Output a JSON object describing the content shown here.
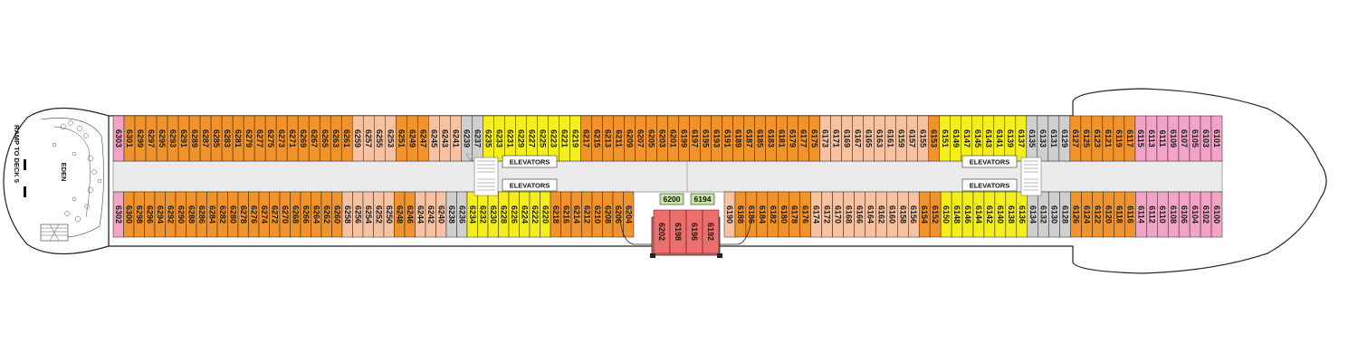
{
  "colors": {
    "orange": "#f0932d",
    "peach": "#f6c2a2",
    "yellow": "#f4ef1c",
    "pink": "#f2a3c6",
    "grey": "#cfcfcf",
    "green": "#c7e6a4",
    "salmon": "#ee6d6d",
    "corridor": "#e8e8e8",
    "outline": "#222222"
  },
  "labels": {
    "eden": "EDEN",
    "ramp": "RAMP TO DECK 5",
    "elevators": "ELEVATORS"
  },
  "top_row": [
    {
      "n": "6303",
      "c": "pink"
    },
    {
      "n": "6301",
      "c": "orange"
    },
    {
      "n": "6299",
      "c": "orange"
    },
    {
      "n": "6297",
      "c": "orange"
    },
    {
      "n": "6295",
      "c": "orange"
    },
    {
      "n": "6293",
      "c": "orange"
    },
    {
      "n": "6291",
      "c": "orange"
    },
    {
      "n": "6289",
      "c": "orange"
    },
    {
      "n": "6287",
      "c": "orange"
    },
    {
      "n": "6285",
      "c": "orange"
    },
    {
      "n": "6283",
      "c": "orange"
    },
    {
      "n": "6281",
      "c": "orange"
    },
    {
      "n": "6279",
      "c": "orange"
    },
    {
      "n": "6277",
      "c": "orange"
    },
    {
      "n": "6275",
      "c": "orange"
    },
    {
      "n": "6273",
      "c": "orange"
    },
    {
      "n": "6271",
      "c": "orange"
    },
    {
      "n": "6269",
      "c": "orange"
    },
    {
      "n": "6267",
      "c": "orange"
    },
    {
      "n": "6265",
      "c": "orange"
    },
    {
      "n": "6263",
      "c": "orange"
    },
    {
      "n": "6261",
      "c": "orange"
    },
    {
      "n": "6259",
      "c": "peach"
    },
    {
      "n": "6257",
      "c": "peach"
    },
    {
      "n": "6255",
      "c": "peach"
    },
    {
      "n": "6253",
      "c": "peach"
    },
    {
      "n": "6251",
      "c": "orange"
    },
    {
      "n": "6249",
      "c": "orange"
    },
    {
      "n": "6247",
      "c": "orange"
    },
    {
      "n": "6245",
      "c": "peach"
    },
    {
      "n": "6243",
      "c": "peach"
    },
    {
      "n": "6241",
      "c": "peach"
    },
    {
      "n": "6239",
      "c": "grey"
    },
    {
      "n": "6237",
      "c": "grey"
    },
    {
      "n": "6235",
      "c": "yellow"
    },
    {
      "n": "6233",
      "c": "yellow"
    },
    {
      "n": "6231",
      "c": "yellow"
    },
    {
      "n": "6229",
      "c": "yellow"
    },
    {
      "n": "6227",
      "c": "yellow"
    },
    {
      "n": "6225",
      "c": "yellow"
    },
    {
      "n": "6223",
      "c": "yellow"
    },
    {
      "n": "6221",
      "c": "yellow"
    },
    {
      "n": "6219",
      "c": "yellow"
    },
    {
      "n": "6217",
      "c": "orange"
    },
    {
      "n": "6215",
      "c": "orange"
    },
    {
      "n": "6213",
      "c": "orange"
    },
    {
      "n": "6211",
      "c": "orange"
    },
    {
      "n": "6209",
      "c": "orange"
    },
    {
      "n": "6207",
      "c": "orange"
    },
    {
      "n": "6205",
      "c": "orange"
    },
    {
      "n": "6203",
      "c": "orange"
    },
    {
      "n": "6201",
      "c": "orange"
    },
    {
      "n": "6199",
      "c": "orange"
    },
    {
      "n": "6197",
      "c": "orange"
    },
    {
      "n": "6195",
      "c": "orange"
    },
    {
      "n": "6193",
      "c": "orange"
    },
    {
      "n": "6191",
      "c": "orange"
    },
    {
      "n": "6189",
      "c": "orange"
    },
    {
      "n": "6187",
      "c": "orange"
    },
    {
      "n": "6185",
      "c": "orange"
    },
    {
      "n": "6183",
      "c": "orange"
    },
    {
      "n": "6181",
      "c": "orange"
    },
    {
      "n": "6179",
      "c": "orange"
    },
    {
      "n": "6177",
      "c": "orange"
    },
    {
      "n": "6175",
      "c": "orange"
    },
    {
      "n": "6173",
      "c": "peach"
    },
    {
      "n": "6171",
      "c": "peach"
    },
    {
      "n": "6169",
      "c": "peach"
    },
    {
      "n": "6167",
      "c": "peach"
    },
    {
      "n": "6165",
      "c": "peach"
    },
    {
      "n": "6163",
      "c": "peach"
    },
    {
      "n": "6161",
      "c": "peach"
    },
    {
      "n": "6159",
      "c": "peach"
    },
    {
      "n": "6157",
      "c": "peach"
    },
    {
      "n": "6155",
      "c": "peach"
    },
    {
      "n": "6153",
      "c": "orange"
    },
    {
      "n": "6151",
      "c": "yellow"
    },
    {
      "n": "6149",
      "c": "yellow"
    },
    {
      "n": "6147",
      "c": "yellow"
    },
    {
      "n": "6145",
      "c": "yellow"
    },
    {
      "n": "6143",
      "c": "yellow"
    },
    {
      "n": "6141",
      "c": "yellow"
    },
    {
      "n": "6139",
      "c": "yellow"
    },
    {
      "n": "6137",
      "c": "yellow"
    },
    {
      "n": "6135",
      "c": "grey"
    },
    {
      "n": "6133",
      "c": "grey"
    },
    {
      "n": "6131",
      "c": "grey"
    },
    {
      "n": "6129",
      "c": "grey"
    },
    {
      "n": "6127",
      "c": "orange"
    },
    {
      "n": "6125",
      "c": "orange"
    },
    {
      "n": "6123",
      "c": "orange"
    },
    {
      "n": "6121",
      "c": "orange"
    },
    {
      "n": "6119",
      "c": "orange"
    },
    {
      "n": "6117",
      "c": "orange"
    },
    {
      "n": "6115",
      "c": "pink"
    },
    {
      "n": "6113",
      "c": "pink"
    },
    {
      "n": "6111",
      "c": "pink"
    },
    {
      "n": "6109",
      "c": "pink"
    },
    {
      "n": "6107",
      "c": "pink"
    },
    {
      "n": "6105",
      "c": "pink"
    },
    {
      "n": "6103",
      "c": "pink"
    },
    {
      "n": "6101",
      "c": "pink"
    }
  ],
  "bottom_row": [
    {
      "n": "6302",
      "c": "pink"
    },
    {
      "n": "6300",
      "c": "orange"
    },
    {
      "n": "6298",
      "c": "orange"
    },
    {
      "n": "6296",
      "c": "orange"
    },
    {
      "n": "6294",
      "c": "orange"
    },
    {
      "n": "6292",
      "c": "orange"
    },
    {
      "n": "6290",
      "c": "orange"
    },
    {
      "n": "6288",
      "c": "orange"
    },
    {
      "n": "6286",
      "c": "orange"
    },
    {
      "n": "6284",
      "c": "orange"
    },
    {
      "n": "6282",
      "c": "orange"
    },
    {
      "n": "6280",
      "c": "orange"
    },
    {
      "n": "6278",
      "c": "orange"
    },
    {
      "n": "6276",
      "c": "orange"
    },
    {
      "n": "6274",
      "c": "orange"
    },
    {
      "n": "6272",
      "c": "orange"
    },
    {
      "n": "6270",
      "c": "orange"
    },
    {
      "n": "6268",
      "c": "orange"
    },
    {
      "n": "6266",
      "c": "orange"
    },
    {
      "n": "6264",
      "c": "orange"
    },
    {
      "n": "6262",
      "c": "orange"
    },
    {
      "n": "6260",
      "c": "orange"
    },
    {
      "n": "6258",
      "c": "peach"
    },
    {
      "n": "6256",
      "c": "peach"
    },
    {
      "n": "6254",
      "c": "peach"
    },
    {
      "n": "6252",
      "c": "peach"
    },
    {
      "n": "6250",
      "c": "peach"
    },
    {
      "n": "6248",
      "c": "orange"
    },
    {
      "n": "6246",
      "c": "orange"
    },
    {
      "n": "6244",
      "c": "peach"
    },
    {
      "n": "6242",
      "c": "peach"
    },
    {
      "n": "6240",
      "c": "peach"
    },
    {
      "n": "6238",
      "c": "grey"
    },
    {
      "n": "6236",
      "c": "grey"
    },
    {
      "n": "6234",
      "c": "yellow"
    },
    {
      "n": "6232",
      "c": "yellow"
    },
    {
      "n": "6230",
      "c": "yellow"
    },
    {
      "n": "6228",
      "c": "yellow"
    },
    {
      "n": "6226",
      "c": "yellow"
    },
    {
      "n": "6224",
      "c": "yellow"
    },
    {
      "n": "6222",
      "c": "yellow"
    },
    {
      "n": "6220",
      "c": "yellow"
    },
    {
      "n": "6218",
      "c": "orange"
    },
    {
      "n": "6216",
      "c": "orange"
    },
    {
      "n": "6214",
      "c": "orange"
    },
    {
      "n": "6212",
      "c": "orange"
    },
    {
      "n": "6210",
      "c": "orange"
    },
    {
      "n": "6208",
      "c": "orange"
    },
    {
      "n": "6206",
      "c": "orange"
    },
    {
      "n": "6204",
      "c": "orange"
    }
  ],
  "bottom_row_2": [
    {
      "n": "6190",
      "c": "peach"
    },
    {
      "n": "6188",
      "c": "orange"
    },
    {
      "n": "6186",
      "c": "orange"
    },
    {
      "n": "6184",
      "c": "orange"
    },
    {
      "n": "6182",
      "c": "orange"
    },
    {
      "n": "6180",
      "c": "orange"
    },
    {
      "n": "6178",
      "c": "orange"
    },
    {
      "n": "6176",
      "c": "orange"
    },
    {
      "n": "6174",
      "c": "peach"
    },
    {
      "n": "6172",
      "c": "peach"
    },
    {
      "n": "6170",
      "c": "peach"
    },
    {
      "n": "6168",
      "c": "peach"
    },
    {
      "n": "6166",
      "c": "peach"
    },
    {
      "n": "6164",
      "c": "peach"
    },
    {
      "n": "6162",
      "c": "peach"
    },
    {
      "n": "6160",
      "c": "peach"
    },
    {
      "n": "6158",
      "c": "peach"
    },
    {
      "n": "6156",
      "c": "peach"
    },
    {
      "n": "6154",
      "c": "orange"
    },
    {
      "n": "6152",
      "c": "orange"
    },
    {
      "n": "6150",
      "c": "yellow"
    },
    {
      "n": "6148",
      "c": "yellow"
    },
    {
      "n": "6146",
      "c": "yellow"
    },
    {
      "n": "6144",
      "c": "yellow"
    },
    {
      "n": "6142",
      "c": "yellow"
    },
    {
      "n": "6140",
      "c": "yellow"
    },
    {
      "n": "6138",
      "c": "yellow"
    },
    {
      "n": "6136",
      "c": "yellow"
    },
    {
      "n": "6134",
      "c": "grey"
    },
    {
      "n": "6132",
      "c": "grey"
    },
    {
      "n": "6130",
      "c": "grey"
    },
    {
      "n": "6128",
      "c": "grey"
    },
    {
      "n": "6126",
      "c": "orange"
    },
    {
      "n": "6124",
      "c": "orange"
    },
    {
      "n": "6122",
      "c": "orange"
    },
    {
      "n": "6120",
      "c": "orange"
    },
    {
      "n": "6118",
      "c": "orange"
    },
    {
      "n": "6116",
      "c": "orange"
    },
    {
      "n": "6114",
      "c": "pink"
    },
    {
      "n": "6112",
      "c": "pink"
    },
    {
      "n": "6110",
      "c": "pink"
    },
    {
      "n": "6108",
      "c": "pink"
    },
    {
      "n": "6106",
      "c": "pink"
    },
    {
      "n": "6104",
      "c": "pink"
    },
    {
      "n": "6102",
      "c": "pink"
    },
    {
      "n": "6100",
      "c": "pink"
    }
  ],
  "center_block": {
    "inner": [
      {
        "n": "6202",
        "c": "salmon"
      },
      {
        "n": "6198",
        "c": "salmon"
      },
      {
        "n": "6196",
        "c": "salmon"
      },
      {
        "n": "6192",
        "c": "salmon"
      }
    ],
    "boxes": [
      {
        "n": "6200",
        "c": "green"
      },
      {
        "n": "6194",
        "c": "green"
      }
    ]
  }
}
